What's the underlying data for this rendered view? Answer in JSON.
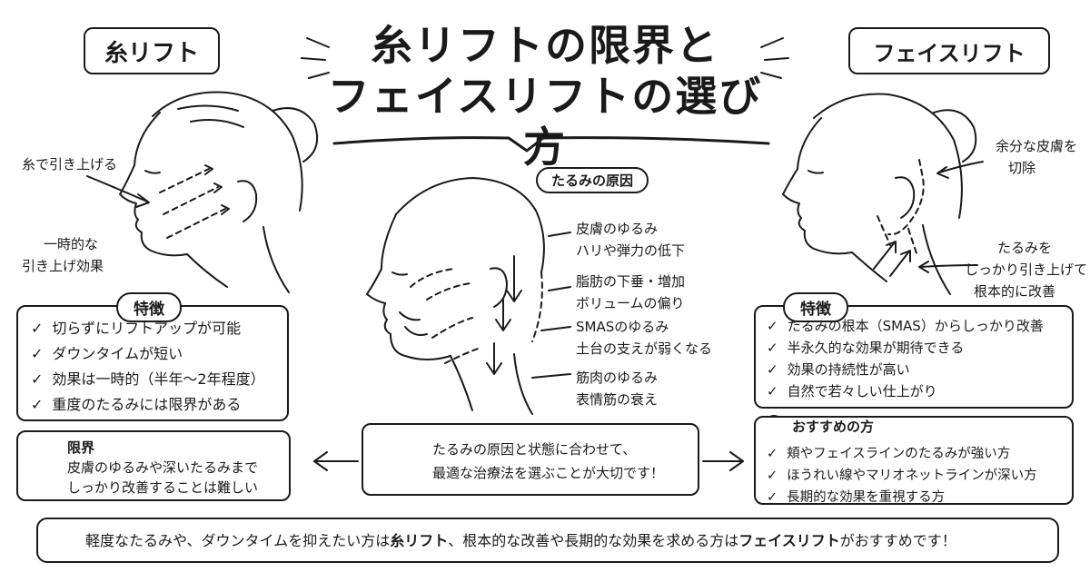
{
  "title": {
    "line1": "糸リフトの限界と",
    "line2": "フェイスリフトの選び方"
  },
  "left": {
    "heading": "糸リフト",
    "arrow_label": "糸で引き上げる",
    "effect_label_1": "一時的な",
    "effect_label_2": "引き上げ効果",
    "features_tag": "特徴",
    "check_glyph": "✓",
    "features": [
      "切らずにリフトアップが可能",
      "ダウンタイムが短い",
      "効果は一時的（半年〜2年程度）",
      "重度のたるみには限界がある"
    ],
    "limit_title": "限界",
    "limit_line_1": "皮膚のゆるみや深いたるみまで",
    "limit_line_2": "しっかり改善することは難しい"
  },
  "center": {
    "causes_tag": "たるみの原因",
    "causes": [
      {
        "title": "皮膚のゆるみ",
        "detail": "ハリや弾力の低下"
      },
      {
        "title": "脂肪の下垂・増加",
        "detail": "ボリュームの偏り"
      },
      {
        "title": "SMASのゆるみ",
        "detail": "土台の支えが弱くなる"
      },
      {
        "title": "筋肉のゆるみ",
        "detail": "表情筋の衰え"
      }
    ],
    "tip_line_1": "たるみの原因と状態に合わせて、",
    "tip_line_2": "最適な治療法を選ぶことが大切です！"
  },
  "right": {
    "heading": "フェイスリフト",
    "excise_label_1": "余分な皮膚を",
    "excise_label_2": "切除",
    "lift_label_1": "たるみを",
    "lift_label_2": "しっかり引き上げて",
    "lift_label_3": "根本的に改善",
    "features_tag": "特徴",
    "check_glyph": "✓",
    "features": [
      "たるみの根本（SMAS）からしっかり改善",
      "半永久的な効果が期待できる",
      "効果の持続性が高い",
      "自然で若々しい仕上がり"
    ],
    "recommend_tag": "おすすめの方",
    "recommend": [
      "頬やフェイスラインのたるみが強い方",
      "ほうれい線やマリオネットラインが深い方",
      "長期的な効果を重視する方"
    ]
  },
  "footer": {
    "part1": "軽度なたるみや、ダウンタイムを抑えたい方は",
    "em1": "糸リフト",
    "part2": "、根本的な改善や長期的な効果を求める方は",
    "em2": "フェイスリフト",
    "part3": "がおすすめです！"
  }
}
